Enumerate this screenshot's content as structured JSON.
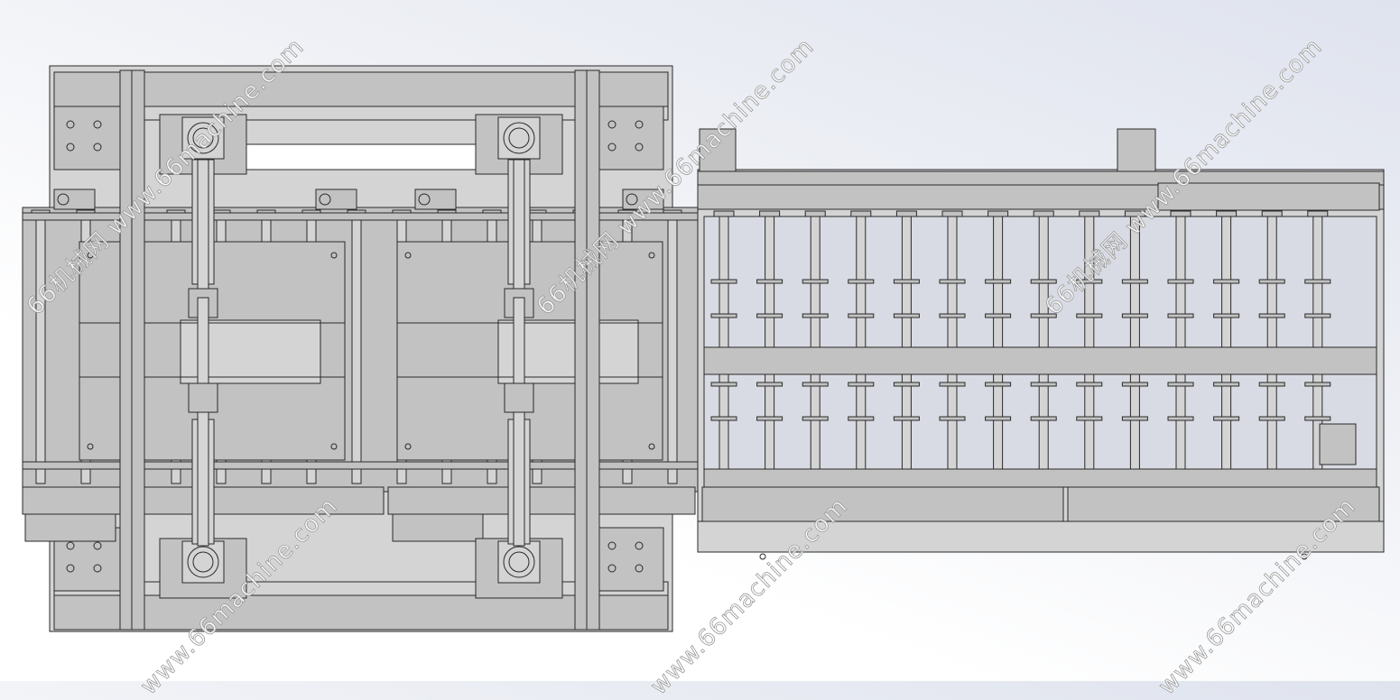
{
  "watermark": {
    "text": "66机械网 www.66machine.com",
    "site": "www.66machine.com",
    "brand": "66机械网"
  },
  "colors": {
    "part_fill": "#c2c2c2",
    "part_light": "#d4d4d4",
    "outline": "#2a2a2a",
    "background": "#ffffff"
  }
}
